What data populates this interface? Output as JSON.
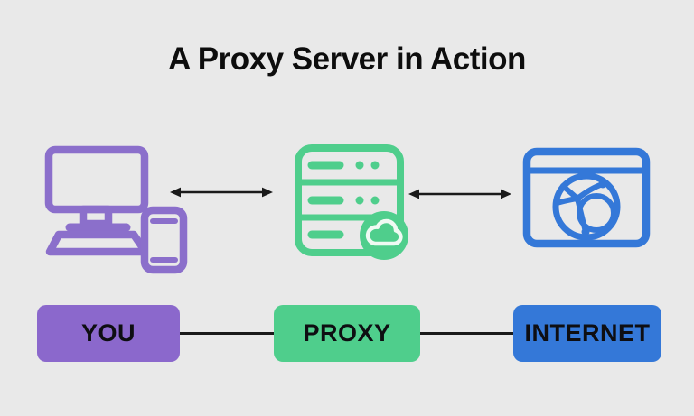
{
  "title": "A Proxy Server in Action",
  "diagram": {
    "nodes": [
      {
        "id": "you",
        "label": "YOU",
        "color": "#8B68CC",
        "icon": "computer-and-phone-icon"
      },
      {
        "id": "proxy",
        "label": "PROXY",
        "color": "#4FCE8C",
        "icon": "server-with-cloud-icon"
      },
      {
        "id": "internet",
        "label": "INTERNET",
        "color": "#3478D8",
        "icon": "browser-globe-icon"
      }
    ],
    "connections": [
      {
        "from": "you",
        "to": "proxy",
        "type": "bidirectional-arrow"
      },
      {
        "from": "proxy",
        "to": "internet",
        "type": "bidirectional-arrow"
      }
    ]
  },
  "colors": {
    "background": "#E9E9E9",
    "purple": "#8B68CC",
    "green": "#4FCE8C",
    "blue": "#3478D8",
    "line_black": "#1A1A1A",
    "title_text": "#0D0D0D",
    "cloud_stroke": "#EFFAF3"
  }
}
